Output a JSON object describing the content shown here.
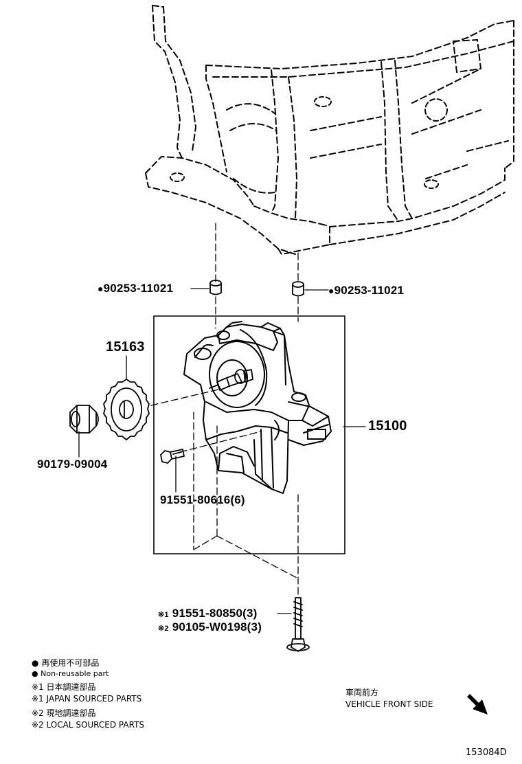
{
  "parts": {
    "bushing_left": {
      "mark": "●",
      "number": "90253-11021"
    },
    "bushing_right": {
      "mark": "●",
      "number": "90253-11021"
    },
    "sprocket": {
      "number": "15163"
    },
    "pump_assy": {
      "number": "15100"
    },
    "nut": {
      "number": "90179-09004"
    },
    "pump_bolt": {
      "number": "91551-80616(6)"
    },
    "mount_bolt_japan": {
      "mark": "※1",
      "number": "91551-80850(3)"
    },
    "mount_bolt_local": {
      "mark": "※2",
      "number": "90105-W0198(3)"
    }
  },
  "legend": {
    "items": [
      {
        "mark": "●",
        "text": "再使用不可部品"
      },
      {
        "mark": "●",
        "text": "Non-reusable part"
      },
      {
        "mark": "※1",
        "text": "日本調達部品"
      },
      {
        "mark": "※1",
        "text": "JAPAN SOURCED PARTS"
      },
      {
        "mark": "※2",
        "text": "現地調達部品"
      },
      {
        "mark": "※2",
        "text": "LOCAL SOURCED PARTS"
      }
    ]
  },
  "orientation": {
    "line_jp": "車両前方",
    "line_en": "VEHICLE FRONT SIDE"
  },
  "diagram_code": "153084D"
}
